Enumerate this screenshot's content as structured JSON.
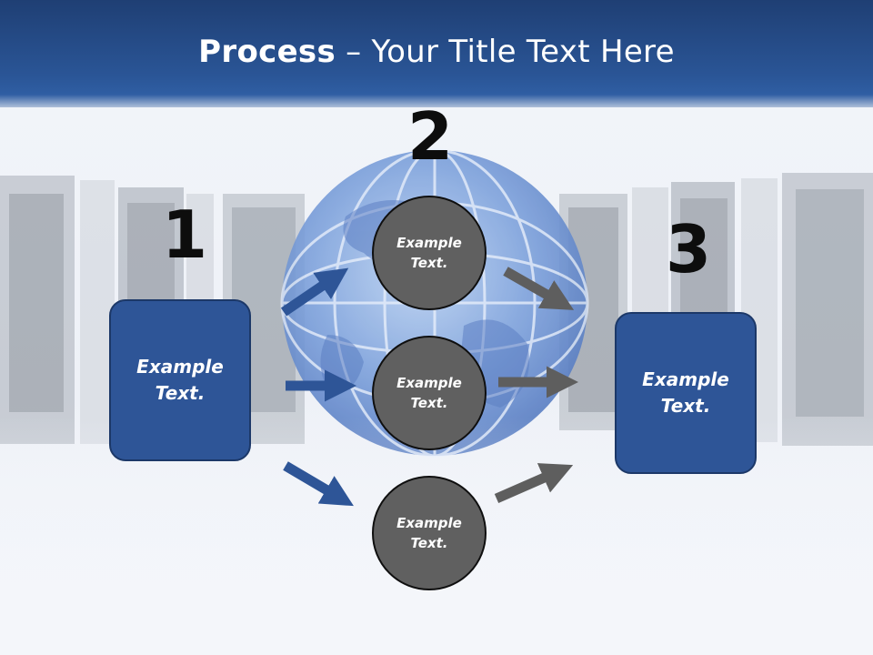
{
  "title": {
    "bold": "Process",
    "rest": " – Your Title Text Here"
  },
  "steps": [
    {
      "number": "1",
      "text": "Example Text."
    },
    {
      "number": "2",
      "text": "Example Text."
    },
    {
      "number": "3",
      "text": "Example Text."
    }
  ],
  "circles": [
    {
      "text": "Example Text."
    },
    {
      "text": "Example Text."
    },
    {
      "text": "Example Text."
    }
  ],
  "colors": {
    "header": "#2a5596",
    "box": "#2e5597",
    "circle": "#606060",
    "blue_arrow": "#2e5597",
    "gray_arrow": "#5e5e5e"
  }
}
